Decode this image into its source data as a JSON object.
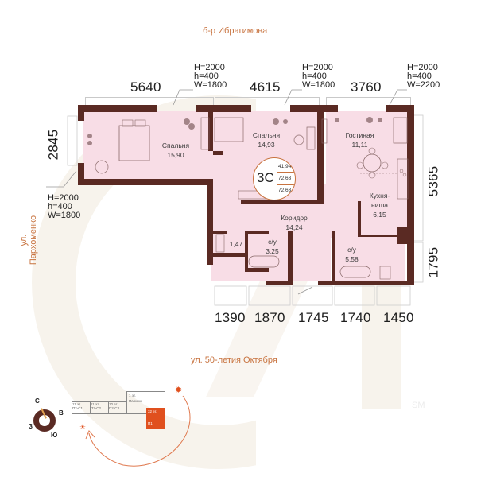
{
  "streets": {
    "top": "б-р Ибрагимова",
    "left": "ул. Пархоменко",
    "bottom": "ул. 50-летия Октября"
  },
  "dimensions": {
    "top": [
      "5640",
      "4615",
      "3760"
    ],
    "bottom": [
      "1390",
      "1870",
      "1745",
      "1740",
      "1450"
    ],
    "left": [
      "2845"
    ],
    "right": [
      "5365",
      "1795"
    ]
  },
  "windows": [
    {
      "H": "H=2000",
      "h": "h=400",
      "W": "W=1800"
    },
    {
      "H": "H=2000",
      "h": "h=400",
      "W": "W=1800"
    },
    {
      "H": "H=2000",
      "h": "h=400",
      "W": "W=2200"
    },
    {
      "H": "H=2000",
      "h": "h=400",
      "W": "W=1800"
    }
  ],
  "rooms": [
    {
      "name": "Спальня",
      "area": "15,90"
    },
    {
      "name": "Спальня",
      "area": "14,93"
    },
    {
      "name": "Гостиная",
      "area": "11,11"
    },
    {
      "name": "Кухня-",
      "name2": "ниша",
      "area": "6,15"
    },
    {
      "name": "Коридор",
      "area": "14,24"
    },
    {
      "name": "",
      "area": "1,47"
    },
    {
      "name": "с/у",
      "area": "3,25"
    },
    {
      "name": "с/у",
      "area": "5,58"
    }
  ],
  "apartment_badge": {
    "type": "3С",
    "values": [
      "41,94",
      "72,63",
      "72,63"
    ]
  },
  "compass": {
    "north": "С",
    "east": "В",
    "west": "З",
    "south": "Ю"
  },
  "building_scheme": {
    "sections": [
      {
        "floors": "11 эт.",
        "name": "П2-С1"
      },
      {
        "floors": "11 эт.",
        "name": "П2-С2"
      },
      {
        "floors": "10 эт.",
        "name": "П2-С3"
      }
    ],
    "parking": {
      "floors": "1 эт.",
      "name": "Паркинг"
    },
    "highlight": {
      "floors": "32 эт.",
      "name": "П1"
    }
  },
  "watermark": "SM",
  "colors": {
    "wall": "#5a2a23",
    "floor": "#f8dde6",
    "accent": "#e0501e",
    "street_text": "#c8733f"
  }
}
